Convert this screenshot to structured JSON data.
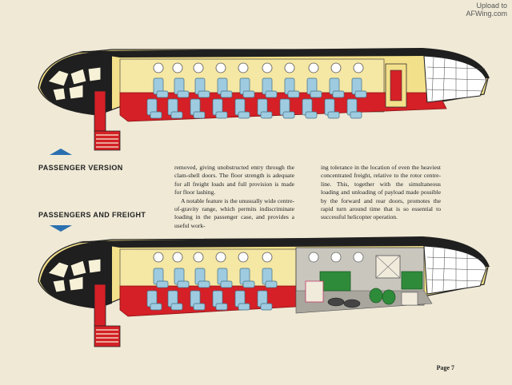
{
  "watermark": {
    "line1": "Upload to",
    "line2": "AFWing.com"
  },
  "headings": {
    "passenger_version": "PASSENGER VERSION",
    "passengers_and_freight": "PASSENGERS AND FREIGHT"
  },
  "body_text": {
    "col1_p1": "removed, giving unobstructed entry through the clam-shell doors. The floor strength is adequate for all freight loads and full provision is made for floor lashing.",
    "col1_p2": "A notable feature is the unusually wide centre-of-gravity range, which permits indiscriminate loading in the passenger case, and provides a useful work-",
    "col2_p1": "ing tolerance in the location of even the heaviest concentrated freight, relative to the rotor centre-line. This, together with the simultaneous loading and unloading of payload made possible by the forward and rear doors, promotes the rapid turn around time that is so essential to successful helicopter operation."
  },
  "page_number": "Page 7",
  "colors": {
    "paper": "#efe9d6",
    "cabin_wall": "#f3e08a",
    "floor_red": "#d42026",
    "seat_blue": "#9fcbe0",
    "cargo_grey": "#bdbab2",
    "indicator_blue": "#2a6fb0"
  },
  "icons": {
    "version_up": "triangle-up-icon",
    "version_down": "triangle-down-icon"
  }
}
